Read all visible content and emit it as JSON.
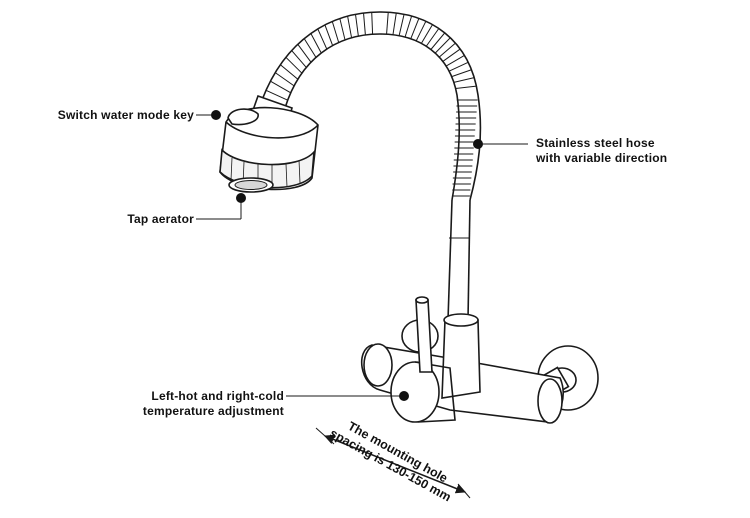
{
  "labels": {
    "switch_mode_key": "Switch water mode key",
    "tap_aerator": "Tap aerator",
    "hose_line1": "Stainless steel hose",
    "hose_line2": "with variable direction",
    "temp_line1": "Left-hot and right-cold",
    "temp_line2": "temperature adjustment",
    "spacing_line1": "The mounting hole",
    "spacing_line2": "spacing is 130-150 mm"
  },
  "colors": {
    "stroke": "#1a1a1a",
    "fill": "#ffffff",
    "dot": "#111111"
  }
}
